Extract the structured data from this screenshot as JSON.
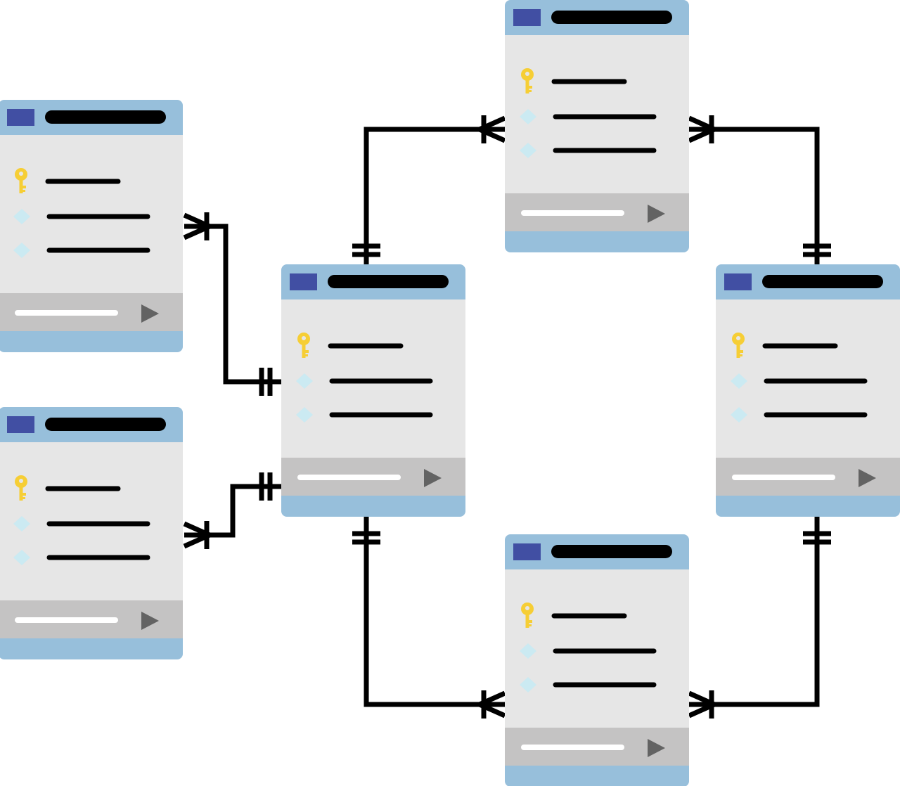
{
  "colors": {
    "background": "#ffffff",
    "header_band": "#97BFDB",
    "header_block": "#414FA3",
    "title_bar": "#000000",
    "body": "#E6E6E6",
    "footer": "#C4C3C3",
    "footer_input": "#ffffff",
    "play_icon": "#636363",
    "key_icon": "#F6CE35",
    "diamond_icon": "#CBEAF2",
    "field_line": "#000000",
    "connector": "#000000"
  },
  "tables": [
    {
      "id": "table-left-top",
      "icons": [
        "key-icon",
        "diamond-icon",
        "diamond-icon"
      ]
    },
    {
      "id": "table-left-bottom",
      "icons": [
        "key-icon",
        "diamond-icon",
        "diamond-icon"
      ]
    },
    {
      "id": "table-center",
      "icons": [
        "key-icon",
        "diamond-icon",
        "diamond-icon"
      ]
    },
    {
      "id": "table-top",
      "icons": [
        "key-icon",
        "diamond-icon",
        "diamond-icon"
      ]
    },
    {
      "id": "table-right",
      "icons": [
        "key-icon",
        "diamond-icon",
        "diamond-icon"
      ]
    },
    {
      "id": "table-bottom",
      "icons": [
        "key-icon",
        "diamond-icon",
        "diamond-icon"
      ]
    }
  ],
  "relationships": [
    {
      "from": "table-center",
      "to": "table-left-top",
      "from_end": "one-and-only-one",
      "to_end": "one-or-many"
    },
    {
      "from": "table-center",
      "to": "table-left-bottom",
      "from_end": "one-and-only-one",
      "to_end": "one-or-many"
    },
    {
      "from": "table-center",
      "to": "table-top",
      "from_end": "one-and-only-one",
      "to_end": "one-or-many"
    },
    {
      "from": "table-right",
      "to": "table-top",
      "from_end": "one-and-only-one",
      "to_end": "one-or-many"
    },
    {
      "from": "table-center",
      "to": "table-bottom",
      "from_end": "one-and-only-one",
      "to_end": "one-or-many"
    },
    {
      "from": "table-right",
      "to": "table-bottom",
      "from_end": "one-and-only-one",
      "to_end": "one-or-many"
    }
  ]
}
